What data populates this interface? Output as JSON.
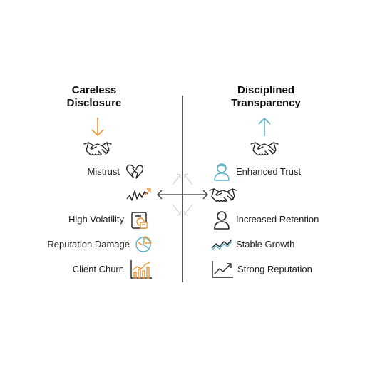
{
  "left": {
    "title_line1": "Careless",
    "title_line2": "Disclosure",
    "arrow_color": "#E8963A",
    "items": [
      {
        "label": "Mistrust",
        "icon": "broken-heart-icon"
      },
      {
        "label": "High Volatility",
        "icon": "document-seal-icon"
      },
      {
        "label": "Reputation Damage",
        "icon": "pie-chart-icon"
      },
      {
        "label": "Client Churn",
        "icon": "bar-chart-icon"
      }
    ],
    "extra_icons": [
      "handshake-icon",
      "volatile-line-icon"
    ]
  },
  "right": {
    "title_line1": "Disciplined",
    "title_line2": "Transparency",
    "arrow_color": "#5BB0C8",
    "items": [
      {
        "label": "Enhanced Trust",
        "icon": "person-icon"
      },
      {
        "label": "Increased Retention",
        "icon": "person-icon"
      },
      {
        "label": "Stable Growth",
        "icon": "wave-line-icon"
      },
      {
        "label": "Strong Reputation",
        "icon": "trend-up-icon"
      }
    ],
    "extra_icons": [
      "handshake-icon",
      "handshake-icon"
    ]
  },
  "colors": {
    "accent_orange": "#E8963A",
    "accent_teal": "#5BB0C8",
    "divider": "#555555",
    "ink": "#222222"
  }
}
